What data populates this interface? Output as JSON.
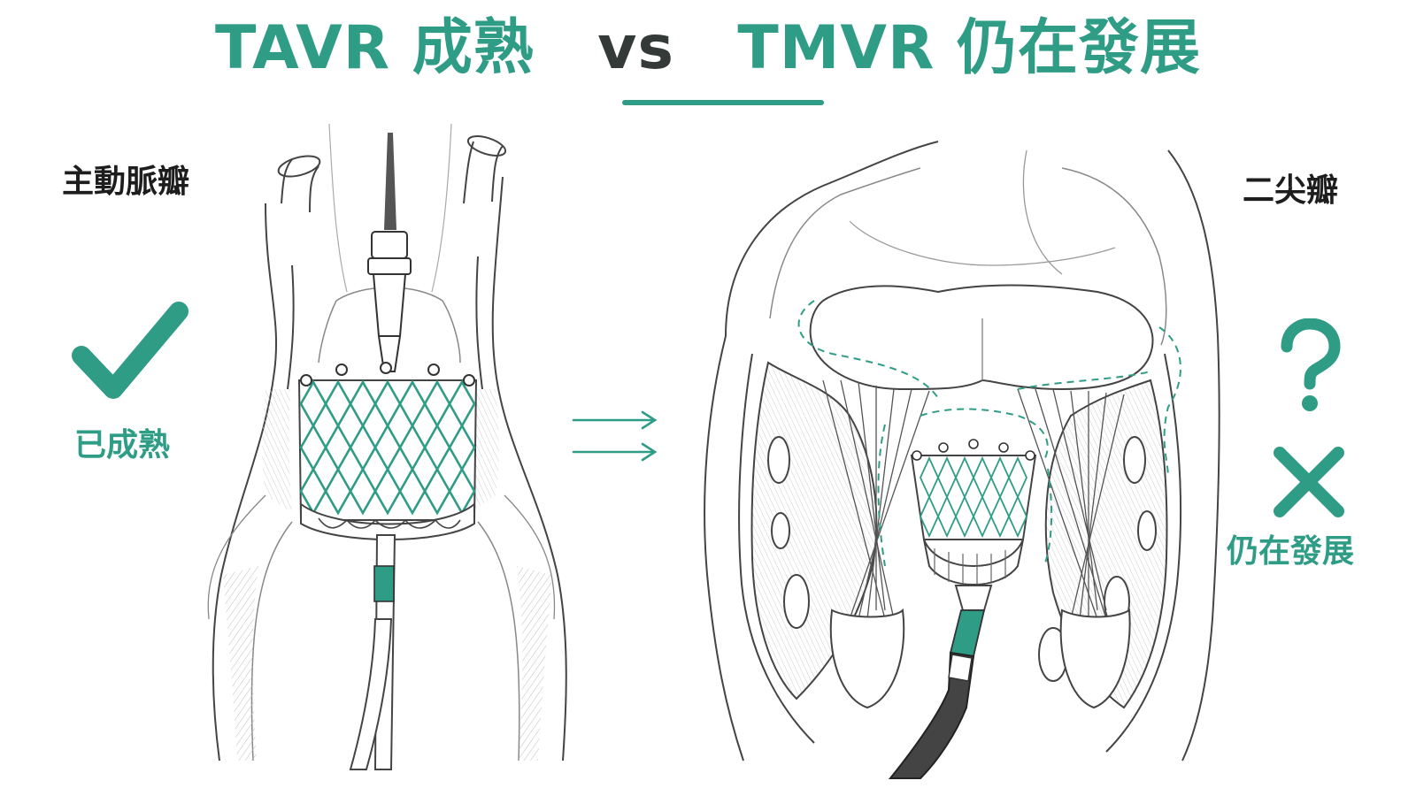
{
  "title": {
    "part1": "TAVR 成熟",
    "vs": "vs",
    "part2": "TMVR 仍在發展"
  },
  "left_panel": {
    "heading": "主動脈瓣",
    "status_icon": "check-icon",
    "status_label": "已成熟"
  },
  "right_panel": {
    "heading": "二尖瓣",
    "status_icons": [
      "question-icon",
      "cross-icon"
    ],
    "status_label": "仍在發展"
  },
  "colors": {
    "accent": "#2f9c86",
    "ink": "#333a38",
    "line": "#555555"
  }
}
